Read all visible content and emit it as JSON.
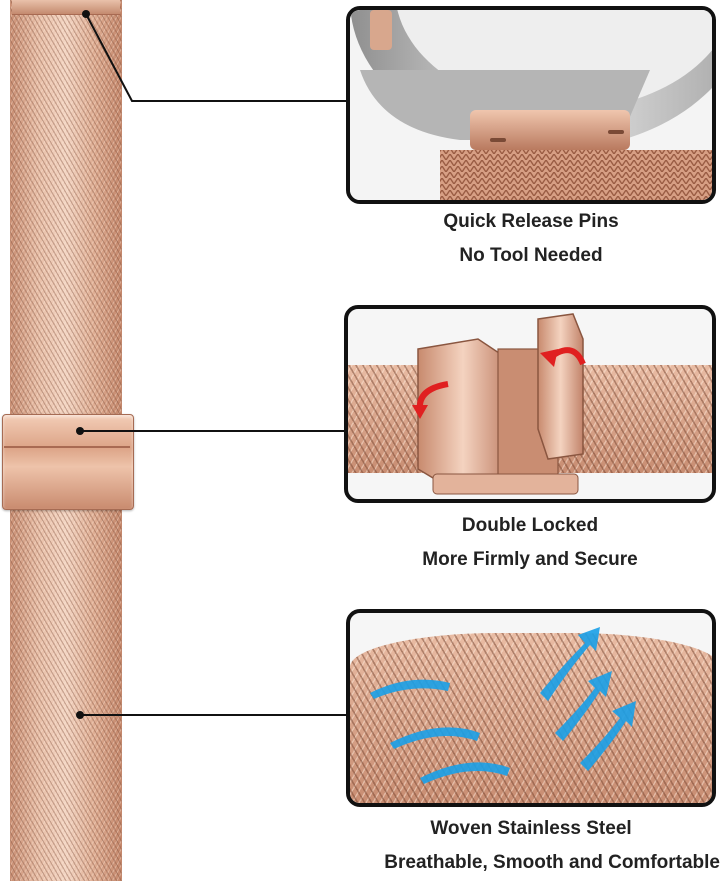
{
  "features": [
    {
      "id": "pins",
      "line1": "Quick Release Pins",
      "line2": "No Tool Needed"
    },
    {
      "id": "lock",
      "line1": "Double Locked",
      "line2": "More Firmly and Secure"
    },
    {
      "id": "mesh",
      "line1": "Woven Stainless Steel",
      "line2": "Breathable, Smooth and Comfortable"
    }
  ],
  "colors": {
    "rose_gold": "#dba68c",
    "frame_border": "#111111",
    "arrow_red": "#e02020",
    "arrow_blue": "#1aa0e8"
  },
  "icons": [
    "curved-arrow-red-icon",
    "airflow-arrow-blue-icon"
  ]
}
